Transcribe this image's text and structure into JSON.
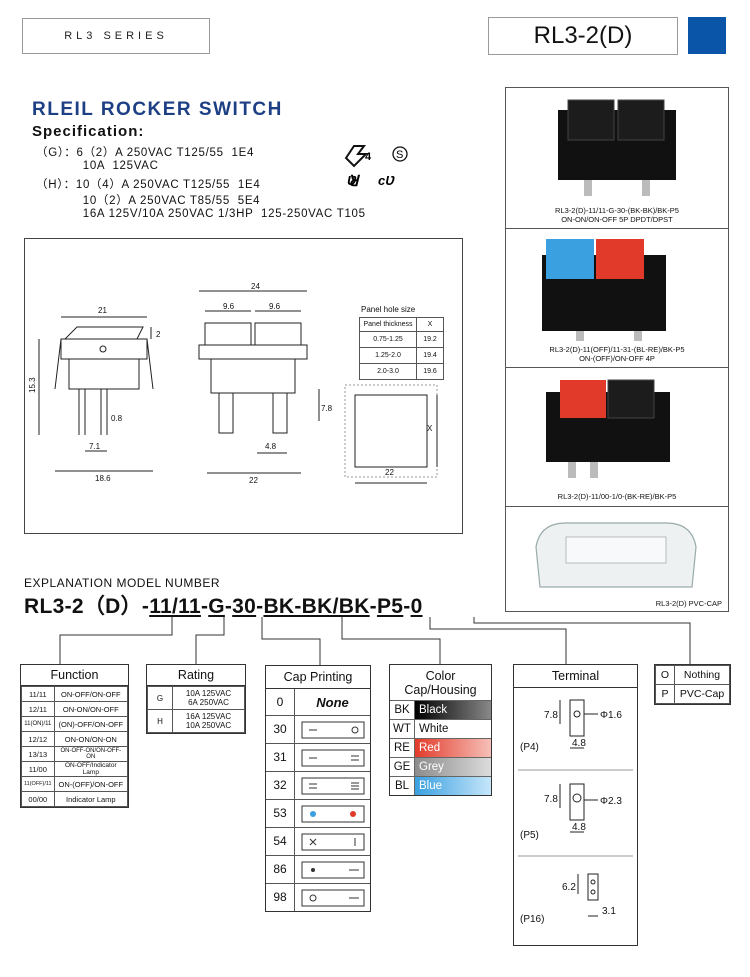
{
  "header": {
    "series": "RL3 SERIES",
    "model": "RL3-2(D)",
    "accent_color": "#0a55a8"
  },
  "title": "RLEIL ROCKER SWITCH",
  "spec": {
    "heading": "Specification:",
    "lines": [
      "（G）：6（2）A 250VAC T125/55  1E4",
      "            10A  125VAC",
      "（H）：10（4）A 250VAC T125/55  1E4",
      "            10（2）A 250VAC T85/55  5E4",
      "            16A 125V/10A 250VAC 1/3HP  125-250VAC T105"
    ]
  },
  "drawing": {
    "dims": {
      "w21": "21",
      "h2": "2",
      "h153": "15.3",
      "d08": "0.8",
      "d71": "7.1",
      "d186": "18.6",
      "w24": "24",
      "w96a": "9.6",
      "w96b": "9.6",
      "h78": "7.8",
      "d48": "4.8",
      "w22": "22",
      "panel_x": "X",
      "panel_22": "22"
    },
    "panel_table": {
      "title": "Panel hole size",
      "headers": [
        "Panel thickness",
        "X"
      ],
      "rows": [
        [
          "0.75-1.25",
          "19.2"
        ],
        [
          "1.25-2.0",
          "19.4"
        ],
        [
          "2.0-3.0",
          "19.6"
        ]
      ]
    }
  },
  "photos": [
    {
      "caption1": "RL3-2(D)-11/11-G-30-(BK-BK)/BK-P5",
      "caption2": "ON-ON/ON-OFF 5P DPDT/DPST"
    },
    {
      "caption1": "RL3-2(D)-11(OFF)/11-31-(BL-RE)/BK-P5",
      "caption2": "ON-(OFF)/ON-OFF 4P"
    },
    {
      "caption1": "RL3-2(D)-11/00-1/0-(BK-RE)/BK-P5",
      "caption2": ""
    },
    {
      "caption1": "RL3-2(D) PVC-CAP",
      "caption2": ""
    }
  ],
  "explanation": {
    "label": "EXPLANATION MODEL NUMBER",
    "model_parts": [
      "RL3-2（D）-",
      "11/11",
      "-",
      "G",
      "-",
      "30",
      "-",
      "BK-BK/BK",
      "-",
      "P5",
      "-",
      "0"
    ]
  },
  "function": {
    "title": "Function",
    "rows": [
      [
        "11/11",
        "ON-OFF/ON-OFF"
      ],
      [
        "12/11",
        "ON-ON/ON-OFF"
      ],
      [
        "11(ON)/11",
        "(ON)-OFF/ON-OFF"
      ],
      [
        "12/12",
        "ON-ON/ON-ON"
      ],
      [
        "13/13",
        "ON-OFF-ON/ON-OFF-ON"
      ],
      [
        "11/00",
        "ON-OFF/Indicator Lamp"
      ],
      [
        "11(OFF)/11",
        "ON-(OFF)/ON-OFF"
      ],
      [
        "00/00",
        "Indicator Lamp"
      ]
    ]
  },
  "rating": {
    "title": "Rating",
    "rows": [
      {
        "code": "G",
        "l1": "10A  125VAC",
        "l2": "6A   250VAC"
      },
      {
        "code": "H",
        "l1": "16A  125VAC",
        "l2": "10A  250VAC"
      }
    ]
  },
  "cap_printing": {
    "title": "Cap Printing",
    "none_code": "0",
    "none_label": "None",
    "codes": [
      "30",
      "31",
      "32",
      "53",
      "54",
      "86",
      "98"
    ]
  },
  "color": {
    "title1": "Color",
    "title2": "Cap/Housing",
    "rows": [
      {
        "code": "BK",
        "name": "Black",
        "hex": "#000000"
      },
      {
        "code": "WT",
        "name": "White",
        "hex": "#ffffff"
      },
      {
        "code": "RE",
        "name": "Red",
        "hex": "#e23a2a"
      },
      {
        "code": "GE",
        "name": "Grey",
        "hex": "#8c8c8c"
      },
      {
        "code": "BL",
        "name": "Blue",
        "hex": "#3aa0e0"
      }
    ]
  },
  "terminal": {
    "title": "Terminal",
    "items": [
      {
        "label": "(P4)",
        "h": "7.8",
        "d": "Φ1.6",
        "w": "4.8"
      },
      {
        "label": "(P5)",
        "h": "7.8",
        "d": "Φ2.3",
        "w": "4.8"
      },
      {
        "label": "(P16)",
        "h": "6.2",
        "d": "",
        "w": "3.1"
      }
    ]
  },
  "option": {
    "rows": [
      {
        "code": "O",
        "name": "Nothing"
      },
      {
        "code": "P",
        "name": "PVC-Cap"
      }
    ]
  }
}
